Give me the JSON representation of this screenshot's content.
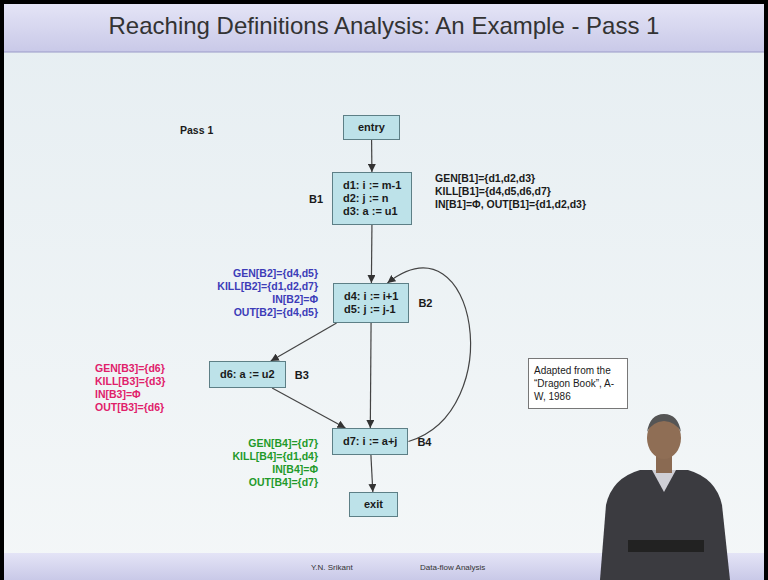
{
  "diagram": {
    "title": "Reaching Definitions Analysis: An Example - Pass 1",
    "nodes": [
      {
        "text": [
          "entry"
        ]
      },
      {
        "text": [
          "B1",
          "d1: i := m-1",
          "d2: j := n",
          "d3: a := u1"
        ]
      },
      {
        "text": [
          "d4: i := i+1",
          "d5: j := j-1",
          "B2"
        ]
      },
      {
        "text": [
          "d6: a := u2",
          "B3"
        ]
      },
      {
        "text": [
          "d7: i := a+j",
          "B4"
        ]
      },
      {
        "text": [
          "exit"
        ]
      },
      {
        "text": [
          "Adapted from the “Dragon Book”, A-W, 1986"
        ]
      }
    ],
    "edges": [
      {
        "from": 0,
        "to": 1,
        "arrow": "to"
      },
      {
        "from": 1,
        "to": 2,
        "arrow": "to"
      },
      {
        "from": 2,
        "to": 3,
        "arrow": "to"
      },
      {
        "from": 2,
        "to": 4,
        "arrow": "to"
      },
      {
        "from": 3,
        "to": 4,
        "arrow": "to"
      },
      {
        "from": 4,
        "to": 2,
        "arrow": "to"
      },
      {
        "from": 4,
        "to": 5,
        "arrow": "to"
      }
    ],
    "labels": [
      "Pass 1",
      "GEN[B1]={d1,d2,d3}",
      "KILL[B1]={d4,d5,d6,d7}",
      "IN[B1]=Φ, OUT[B1]={d1,d2,d3}",
      "GEN[B2]={d4,d5}",
      "KILL[B2]={d1,d2,d7}",
      "IN[B2]=Φ",
      "OUT[B2]={d4,d5}",
      "GEN[B3]={d6}",
      "KILL[B3]={d3}",
      "IN[B3]=Φ",
      "OUT[B3]={d6}",
      "GEN[B4]={d7}",
      "KILL[B4]={d1,d4}",
      "IN[B4]=Φ",
      "OUT[B4]={d7}",
      "Y.N. Srikant",
      "Data-flow Analysis"
    ]
  }
}
